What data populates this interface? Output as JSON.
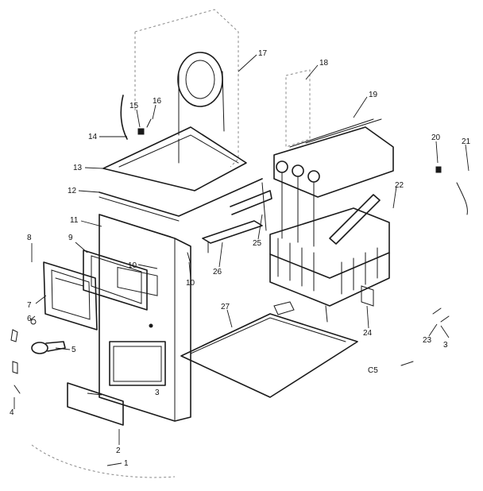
{
  "callouts": [
    {
      "id": "c1",
      "label": "1"
    },
    {
      "id": "c2",
      "label": "2"
    },
    {
      "id": "c3a",
      "label": "3"
    },
    {
      "id": "c3b",
      "label": "3"
    },
    {
      "id": "c4",
      "label": "4"
    },
    {
      "id": "c5",
      "label": "5"
    },
    {
      "id": "c6",
      "label": "6"
    },
    {
      "id": "c7",
      "label": "7"
    },
    {
      "id": "c8",
      "label": "8"
    },
    {
      "id": "c9",
      "label": "9"
    },
    {
      "id": "c10a",
      "label": "10"
    },
    {
      "id": "c10b",
      "label": "10"
    },
    {
      "id": "c11",
      "label": "11"
    },
    {
      "id": "c12",
      "label": "12"
    },
    {
      "id": "c13",
      "label": "13"
    },
    {
      "id": "c14",
      "label": "14"
    },
    {
      "id": "c15",
      "label": "15"
    },
    {
      "id": "c16",
      "label": "16"
    },
    {
      "id": "c17",
      "label": "17"
    },
    {
      "id": "c18",
      "label": "18"
    },
    {
      "id": "c19",
      "label": "19"
    },
    {
      "id": "c20",
      "label": "20"
    },
    {
      "id": "c21",
      "label": "21"
    },
    {
      "id": "c22",
      "label": "22"
    },
    {
      "id": "c23",
      "label": "23"
    },
    {
      "id": "c24",
      "label": "24"
    },
    {
      "id": "c25",
      "label": "25"
    },
    {
      "id": "c26",
      "label": "26"
    },
    {
      "id": "c27",
      "label": "27"
    },
    {
      "id": "c5b",
      "label": "C5"
    }
  ]
}
